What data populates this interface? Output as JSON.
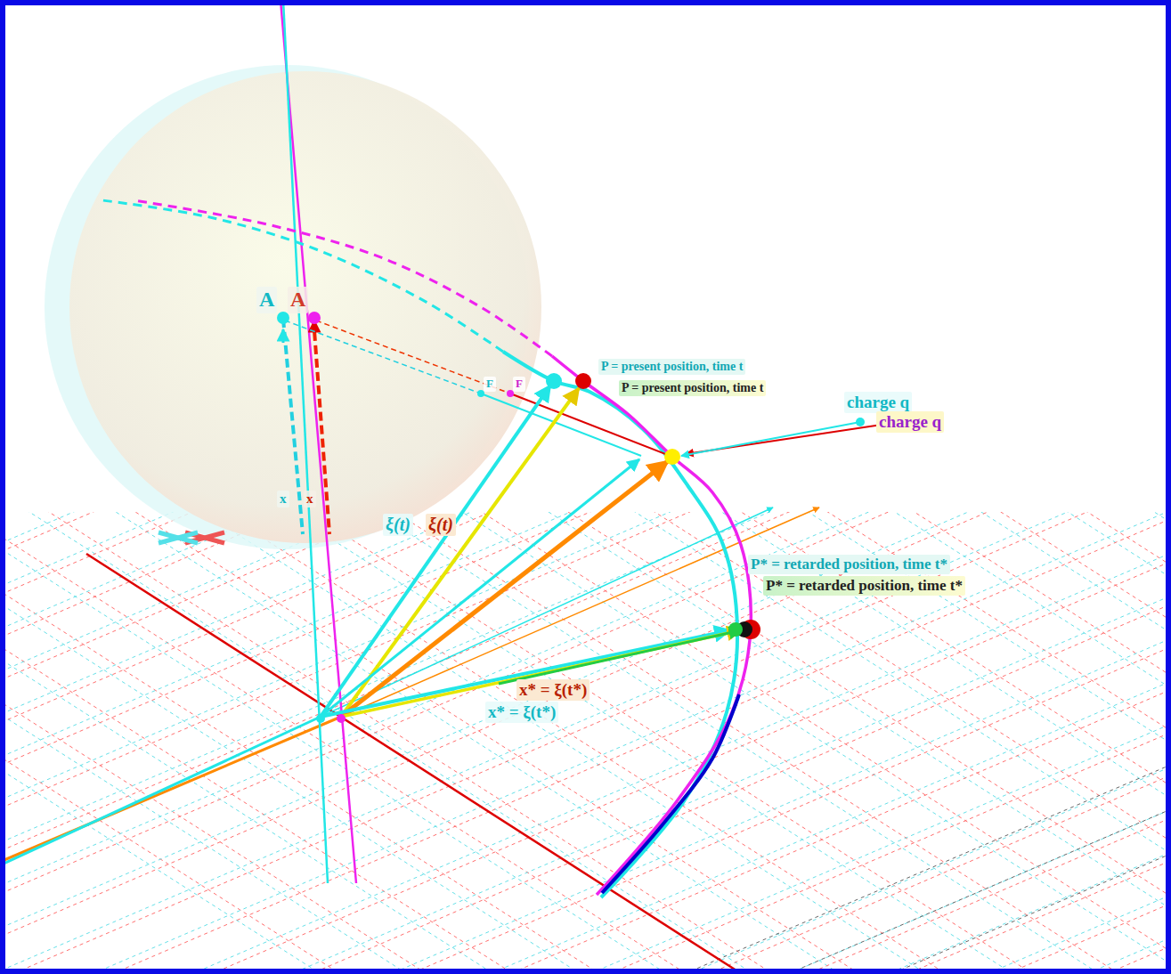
{
  "diagram": {
    "labels": [
      "A",
      "A",
      "x",
      "x",
      "F",
      "F",
      "P = present position, time t",
      "P = present position, time t",
      "charge q",
      "charge q",
      "ξ(t)",
      "ξ(t)",
      "P* = retarded position, time t*",
      "P* = retarded position, time t*",
      "x* = ξ(t*)",
      "x* = ξ(t*)"
    ]
  }
}
